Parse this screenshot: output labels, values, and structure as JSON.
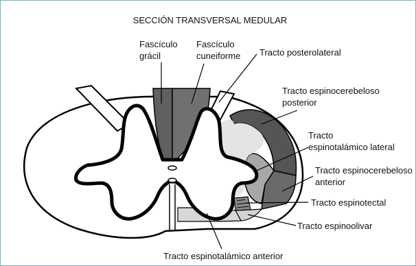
{
  "title": "SECCIÓN TRANSVERSAL MEDULAR",
  "labels": {
    "fasciculo_gracil": [
      "Fascículo",
      "grácil"
    ],
    "fasciculo_cuneiforme": [
      "Fascículo",
      "cuneiforme"
    ],
    "tracto_posterolateral": [
      "Tracto posterolateral"
    ],
    "tracto_espinocerebeloso_posterior": [
      "Tracto espinocerebeloso",
      "posterior"
    ],
    "tracto_espinotalamico_lateral": [
      "Tracto",
      "espinotalámico lateral"
    ],
    "tracto_espinocerebeloso_anterior": [
      "Tracto espinocerebeloso",
      "anterior"
    ],
    "tracto_espinotectal": [
      "Tracto espinotectal"
    ],
    "tracto_espinoolivar": [
      "Tracto espinoolivar"
    ],
    "tracto_espinotalamico_anterior": [
      "Tracto espinotalámico anterior"
    ]
  },
  "colors": {
    "frame_border": "#7fb0b0",
    "white_matter": "#ffffff",
    "dark_tract": "#555555",
    "medium_tract": "#9a9a9a",
    "light_tract": "#dcdcdc",
    "outline": "#000000"
  }
}
